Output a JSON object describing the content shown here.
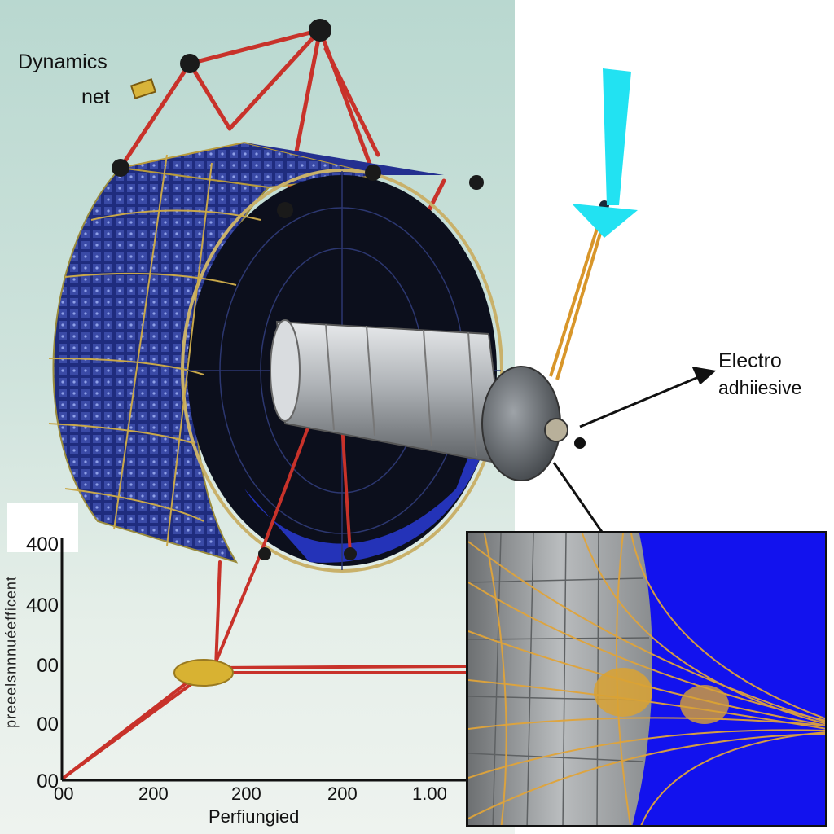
{
  "labels": {
    "dynamics": "Dynamics",
    "net": "net",
    "electro_line1": "Electro",
    "electro_line2": "adhiiesive"
  },
  "graph": {
    "y_axis_label": "preeelsnnnuéefficent",
    "x_axis_label": "Perfiungied",
    "y_ticks": [
      "400",
      "400",
      "00",
      "00",
      "00"
    ],
    "x_ticks": [
      "00",
      "200",
      "200",
      "200",
      "1.00"
    ]
  },
  "colors": {
    "panel_background": "#c9e0d8",
    "solar_panel": "#1c2a78",
    "tether_red": "#c8322a",
    "tether_orange": "#d8962a",
    "arrow_cyan": "#1fe3f2",
    "inset_blue": "#1010ee"
  },
  "icons": {
    "pointer_arrow": "cyan-down-arrow-icon",
    "callout_arrow": "black-arrow-icon"
  }
}
